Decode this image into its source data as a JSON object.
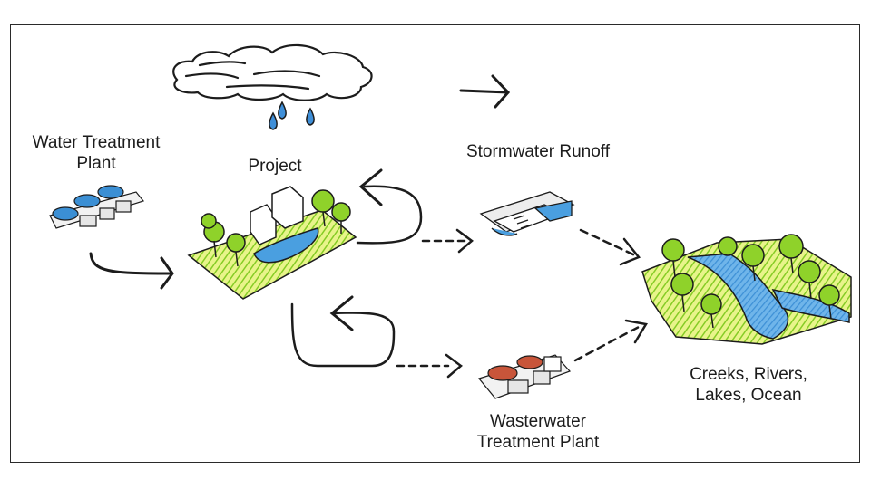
{
  "labels": {
    "water_treatment_plant": [
      "Water Treatment",
      "Plant"
    ],
    "project": "Project",
    "stormwater_runoff": "Stormwater Runoff",
    "wastewater_treatment_plant": [
      "Wasterwater",
      "Treatment Plant"
    ],
    "water_bodies": [
      "Creeks, Rivers,",
      "Lakes, Ocean"
    ]
  },
  "colors": {
    "ink": "#1c1c1c",
    "water_blue": "#4a9fe0",
    "tank_blue": "#3b8fd4",
    "grass_green": "#8fd22a",
    "grass_yellow": "#e3ef7a",
    "tank_rust": "#c8553a",
    "raindrop_blue": "#3f8fd8"
  },
  "icons": [
    "rain-cloud-icon",
    "water-treatment-plant-icon",
    "project-site-icon",
    "stormwater-inlet-icon",
    "wastewater-plant-icon",
    "river-landscape-icon"
  ]
}
